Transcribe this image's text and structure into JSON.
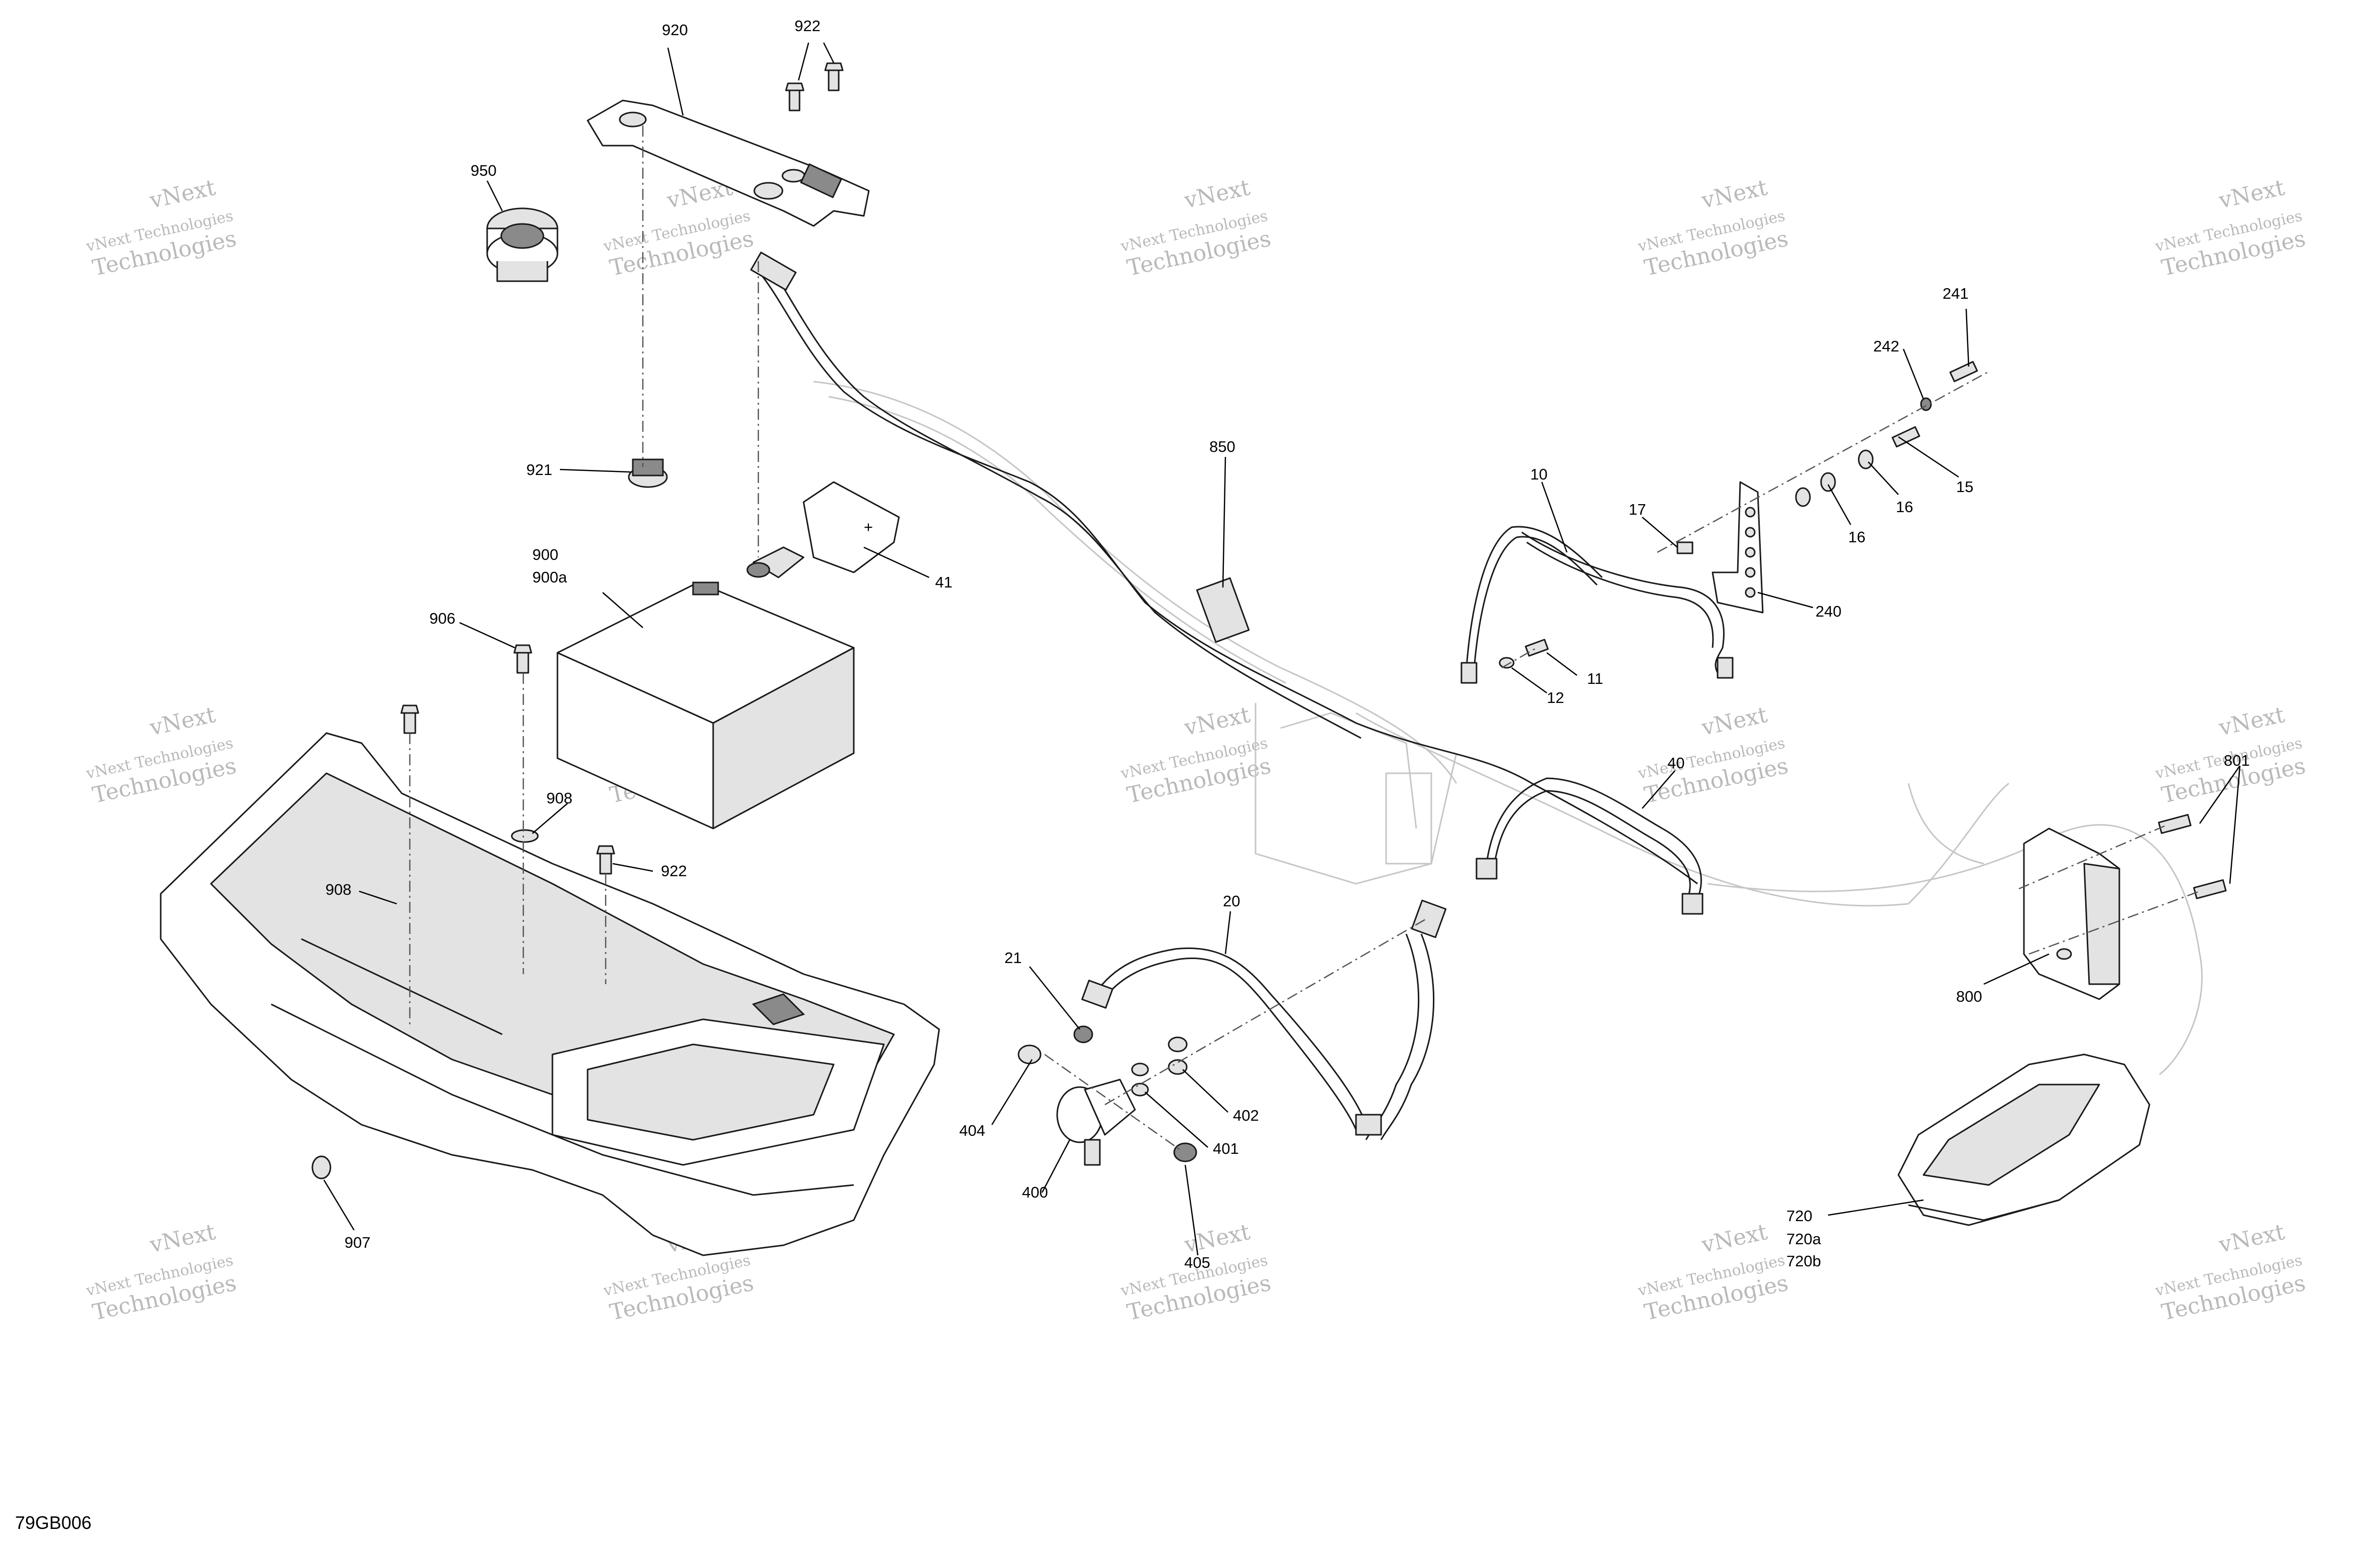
{
  "figure_code": "79GB006",
  "watermark": {
    "line1": "vNext",
    "line2": "vNext Technologies",
    "line3": "Technologies"
  },
  "callouts": {
    "c920": "920",
    "c922a": "922",
    "c950": "950",
    "c921": "921",
    "c900": "900",
    "c900a": "900a",
    "c41": "41",
    "c906": "906",
    "c908a": "908",
    "c922b": "922",
    "c908b": "908",
    "c907": "907",
    "c850": "850",
    "c10": "10",
    "c17": "17",
    "c241": "241",
    "c242": "242",
    "c15": "15",
    "c16a": "16",
    "c16b": "16",
    "c240": "240",
    "c11": "11",
    "c12": "12",
    "c40": "40",
    "c801": "801",
    "c800": "800",
    "c20": "20",
    "c21": "21",
    "c404": "404",
    "c402": "402",
    "c401": "401",
    "c400": "400",
    "c405": "405",
    "c720": "720",
    "c720a": "720a",
    "c720b": "720b"
  }
}
